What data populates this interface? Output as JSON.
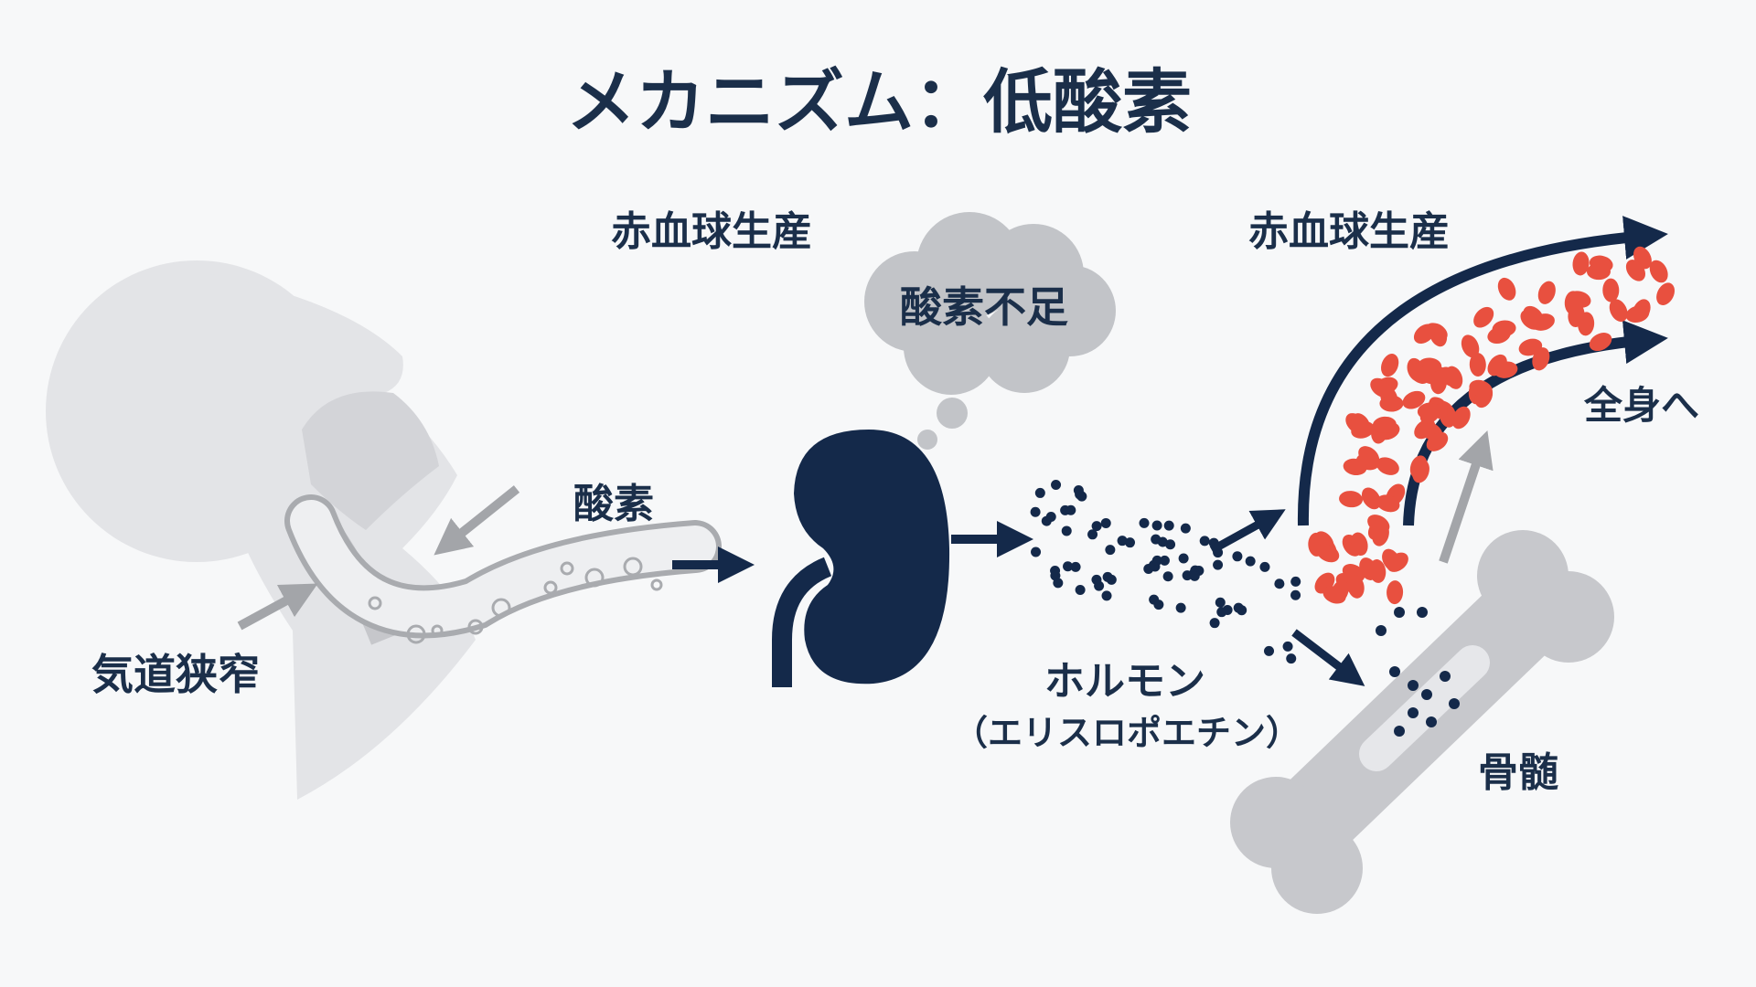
{
  "title": "メカニズム：低酸素",
  "labels": {
    "rbc_left": "赤血球生産",
    "rbc_right": "赤血球生産",
    "oxygen_shortage": "酸素不足",
    "oxygen": "酸素",
    "airway_narrowing": "気道狭窄",
    "hormone": "ホルモン",
    "hormone_name": "（エリスロポエチン）",
    "whole_body": "全身へ",
    "bone_marrow": "骨髄"
  },
  "colors": {
    "navy": "#14294a",
    "gray": "#9a9ca1",
    "light_gray": "#dcdde0",
    "red_cell": "#e8503f",
    "background": "#f7f8f9"
  }
}
